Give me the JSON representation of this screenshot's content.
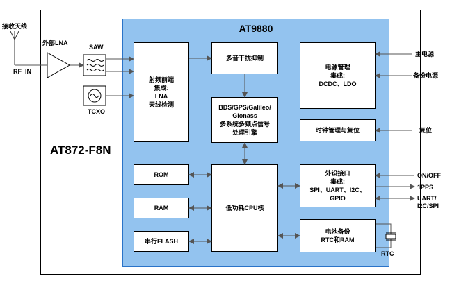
{
  "antenna_label": "接收天线",
  "lna_label": "外部LNA",
  "rf_in_label": "RF_IN",
  "saw_label": "SAW",
  "tcxo_label": "TCXO",
  "module_name": "AT872-F8N",
  "chip_name": "AT9880",
  "blocks": {
    "rf_frontend": "射频前端\n集成:\nLNA\n天线检测",
    "multitone": "多音干扰抑制",
    "engine": "BDS/GPS/Galileo/\nGlonass\n多系统多频点信号\n处理引擎",
    "power_mgmt": "电源管理\n集成:\nDCDC、LDO",
    "clock_reset": "时钟管理与复位",
    "rom": "ROM",
    "ram": "RAM",
    "flash": "串行FLASH",
    "cpu": "低功耗CPU核",
    "peripheral": "外设接口\n集成:\nSPI、UART、I2C、\nGPIO",
    "battery_backup": "电池备份\nRTC和RAM"
  },
  "external": {
    "main_power": "主电源",
    "backup_power": "备份电源",
    "reset": "复位",
    "on_off": "ON/OFF",
    "pps": "1PPS",
    "uart_i2c_spi": "UART/\nI2C/SPI",
    "rtc": "RTC"
  }
}
